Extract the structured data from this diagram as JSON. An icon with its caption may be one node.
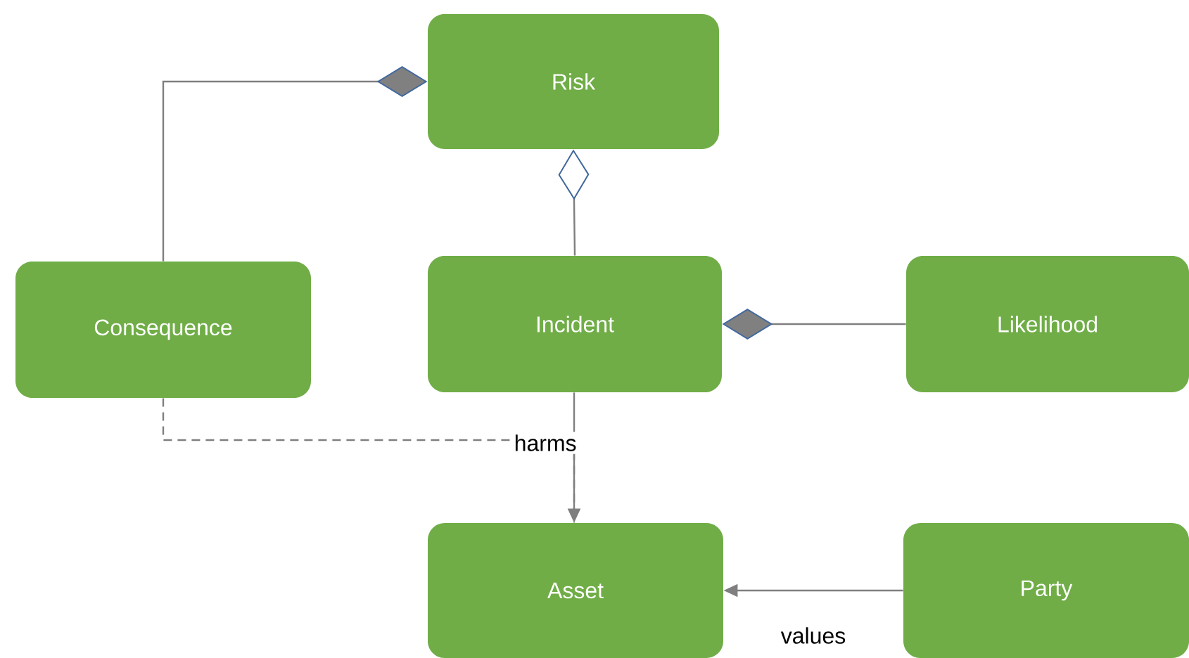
{
  "diagram": {
    "nodes": [
      {
        "text": [
          "Risk"
        ]
      },
      {
        "text": [
          "Consequence"
        ]
      },
      {
        "text": [
          "Incident"
        ]
      },
      {
        "text": [
          "Likelihood"
        ]
      },
      {
        "text": [
          "Asset"
        ]
      },
      {
        "text": [
          "Party"
        ]
      }
    ],
    "edges": [
      {
        "from": 1,
        "to": 0,
        "arrow": "other"
      },
      {
        "from": 2,
        "to": 0,
        "arrow": "other"
      },
      {
        "from": 3,
        "to": 2,
        "arrow": "other"
      },
      {
        "from": 2,
        "to": 4,
        "arrow": "to",
        "label": "harms"
      },
      {
        "from": 1,
        "to": 4,
        "arrow": "none",
        "style": "dashed"
      },
      {
        "from": 5,
        "to": 4,
        "arrow": "to",
        "label": "values"
      }
    ]
  }
}
